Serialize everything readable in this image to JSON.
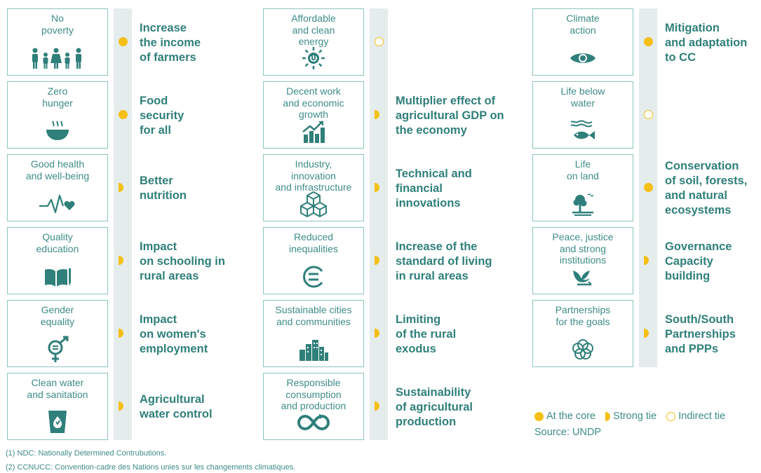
{
  "colors": {
    "teal": "#2f7f7a",
    "yellow": "#f5bf16",
    "border": "#8cc3bf",
    "strip": "#e4ecec"
  },
  "columns": [
    {
      "rows": [
        {
          "goal": "No\npoverty",
          "icon": "poverty-icon",
          "tie": "core",
          "impact": "Increase\nthe income\nof farmers"
        },
        {
          "goal": "Zero\nhunger",
          "icon": "hunger-icon",
          "tie": "core",
          "impact": "Food\nsecurity\nfor all"
        },
        {
          "goal": "Good health\nand well-being",
          "icon": "health-icon",
          "tie": "strong",
          "impact": "Better\nnutrition"
        },
        {
          "goal": "Quality\neducation",
          "icon": "education-icon",
          "tie": "strong",
          "impact": "Impact\non schooling in\nrural areas"
        },
        {
          "goal": "Gender\nequality",
          "icon": "gender-icon",
          "tie": "strong",
          "impact": "Impact\non women's\nemployment"
        },
        {
          "goal": "Clean water\nand sanitation",
          "icon": "water-icon",
          "tie": "strong",
          "impact": "Agricultural\nwater control"
        }
      ]
    },
    {
      "rows": [
        {
          "goal": "Affordable\nand clean\nenergy",
          "icon": "energy-icon",
          "tie": "indirect",
          "impact": ""
        },
        {
          "goal": "Decent work\nand economic\ngrowth",
          "icon": "growth-icon",
          "tie": "strong",
          "impact": "Multiplier effect of\nagricultural GDP on\nthe economy"
        },
        {
          "goal": "Industry,\ninnovation\nand infrastructure",
          "icon": "industry-icon",
          "tie": "strong",
          "impact": "Technical and\nfinancial\ninnovations"
        },
        {
          "goal": "Reduced\ninequalities",
          "icon": "inequality-icon",
          "tie": "strong",
          "impact": "Increase of the\nstandard of living\nin rural areas"
        },
        {
          "goal": "Sustainable cities\nand communities",
          "icon": "city-icon",
          "tie": "strong",
          "impact": "Limiting\nof the rural\nexodus"
        },
        {
          "goal": "Responsible\nconsumption\nand production",
          "icon": "infinity-icon",
          "tie": "strong",
          "impact": "Sustainability\nof agricultural\nproduction"
        }
      ]
    },
    {
      "rows": [
        {
          "goal": "Climate\naction",
          "icon": "eye-icon",
          "tie": "core",
          "impact": "Mitigation\nand adaptation\nto CC"
        },
        {
          "goal": "Life below\nwater",
          "icon": "fish-icon",
          "tie": "indirect",
          "impact": ""
        },
        {
          "goal": "Life\non land",
          "icon": "tree-icon",
          "tie": "core",
          "impact": "Conservation\nof soil, forests,\nand natural\necosystems"
        },
        {
          "goal": "Peace, justice\nand strong\ninstitutions",
          "icon": "dove-icon",
          "tie": "strong",
          "impact": "Governance\nCapacity\nbuilding"
        },
        {
          "goal": "Partnerships\nfor the goals",
          "icon": "partnership-icon",
          "tie": "strong",
          "impact": "South/South\nPartnerships\nand PPPs"
        }
      ]
    }
  ],
  "legend": {
    "items": [
      {
        "tie": "core",
        "label": "At the core"
      },
      {
        "tie": "strong",
        "label": "Strong tie"
      },
      {
        "tie": "indirect",
        "label": "Indirect tie"
      }
    ],
    "source": "Source: UNDP"
  },
  "notes": [
    "(1) NDC: Nationally Determined Contrubutions.",
    "(2) CCNUCC: Convention-cadre des Nations unies sur les changements climatiques."
  ]
}
